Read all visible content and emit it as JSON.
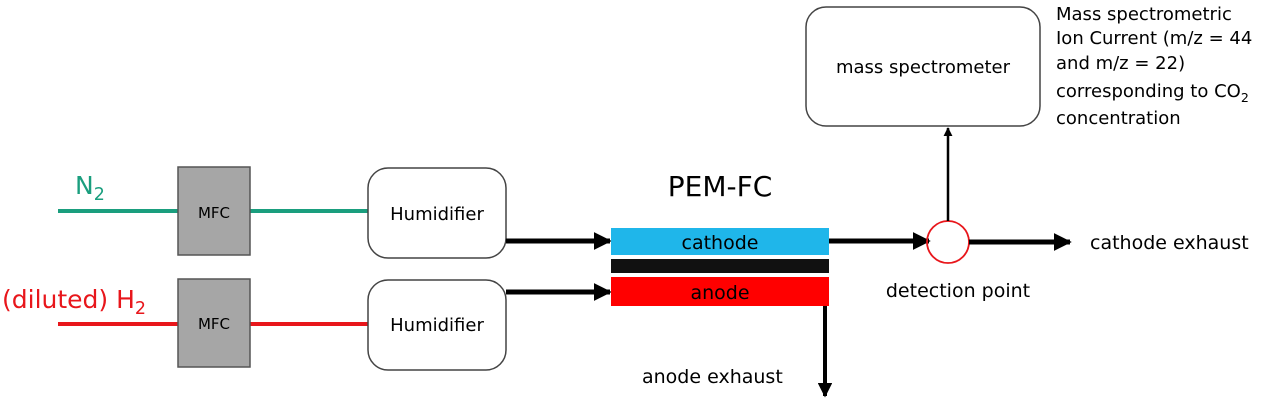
{
  "gases": {
    "n2": {
      "label": "N",
      "subscript": "2",
      "color": "#1a9e7e"
    },
    "h2": {
      "label": "(diluted) H",
      "subscript": "2",
      "color": "#e8161b"
    }
  },
  "mfc_label": "MFC",
  "humidifier_label": "Humidifier",
  "fuel_cell": {
    "title": "PEM-FC",
    "cathode_label": "cathode",
    "anode_label": "anode",
    "cathode_color": "#1fb6ea",
    "anode_color": "#ff0000",
    "membrane_color": "#111111"
  },
  "mass_spectrometer_label": "mass spectrometer",
  "mass_spec_note": [
    {
      "text": "Mass spectrometric"
    },
    {
      "text": "Ion Current (m/z = 44"
    },
    {
      "text": "and m/z = 22)"
    },
    {
      "text": "corresponding to CO",
      "subscript": "2"
    },
    {
      "text": "concentration"
    }
  ],
  "detection_point_label": "detection point",
  "cathode_exhaust_label": "cathode exhaust",
  "anode_exhaust_label": "anode exhaust",
  "colors": {
    "mfc_fill": "#a6a6a6",
    "line": "#000000",
    "detection_circle": "#e8161b"
  }
}
